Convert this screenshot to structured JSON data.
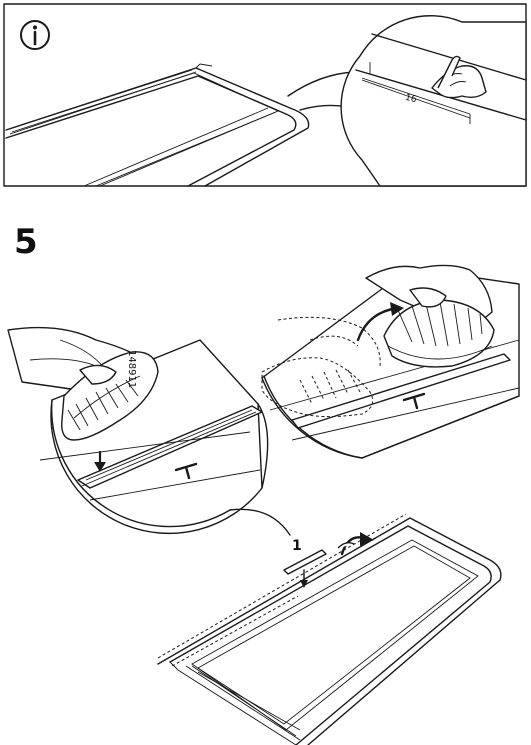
{
  "step": {
    "number": "5",
    "sub_step": "1"
  },
  "parts": {
    "code": "148911",
    "ruler_number": "16"
  },
  "icons": {
    "info": "info-icon",
    "arrow_down": "arrow-down-icon",
    "rotate": "rotate-arrow-icon"
  },
  "colors": {
    "line": "#1a1a1a",
    "background": "#ffffff",
    "shade": "#d9d9d9"
  }
}
